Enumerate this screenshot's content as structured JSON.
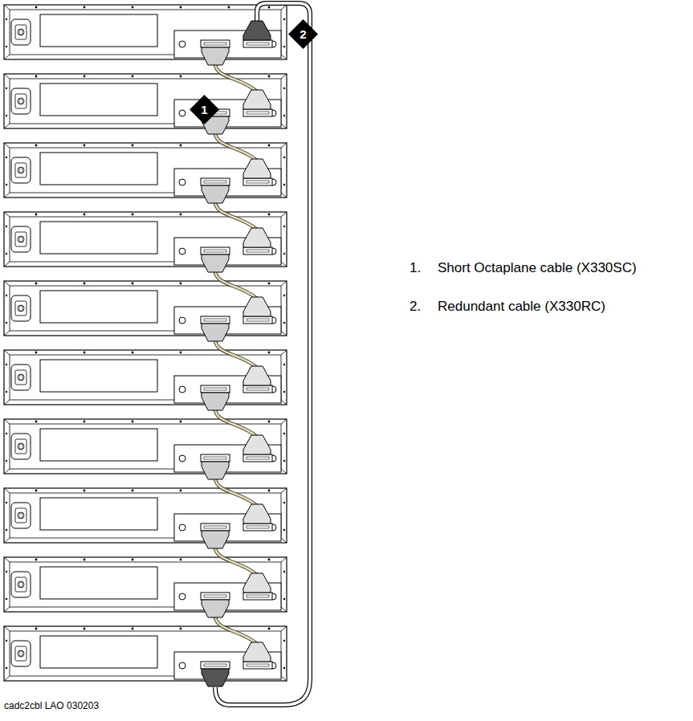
{
  "diagram": {
    "nodes": [
      {
        "text": [
          "1"
        ]
      },
      {
        "text": [
          "2"
        ]
      }
    ],
    "labels": [
      "1.",
      "Short Octaplane cable (X330SC)",
      "2.",
      "Redundant cable (X330RC)",
      "cadc2cbl LAO 030203"
    ]
  }
}
